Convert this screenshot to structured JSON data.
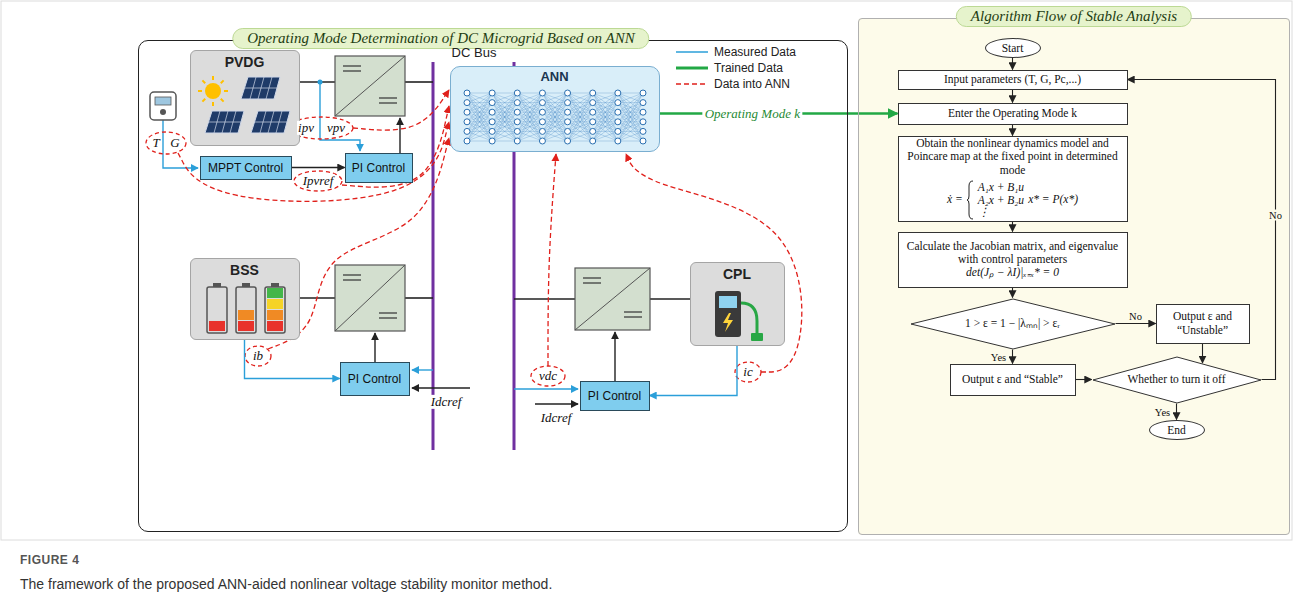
{
  "diagram": {
    "caption": "The framework of the proposed ANN-aided nonlinear voltage stability monitor method.",
    "nodes": [
      {
        "text": [
          "Operating Mode Determination of DC Microgrid Based on ANN"
        ]
      },
      {
        "text": [
          "PVDG"
        ],
        "in": 0
      },
      {
        "text": [
          "MPPT Control"
        ],
        "in": 0
      },
      {
        "text": [
          "PI Control"
        ],
        "in": 0
      },
      {
        "text": [
          "ANN"
        ],
        "in": 0
      },
      {
        "text": [
          "BSS"
        ],
        "in": 0
      },
      {
        "text": [
          "PI Control"
        ],
        "in": 0
      },
      {
        "text": [
          "CPL"
        ],
        "in": 0
      },
      {
        "text": [
          "PI Control"
        ],
        "in": 0
      },
      {
        "text": [
          "Algorithm Flow of Stable Analysis"
        ]
      },
      {
        "text": [
          "Start"
        ],
        "in": 9
      },
      {
        "text": [
          "Input parameters (T, G, Pc,...)"
        ],
        "in": 9
      },
      {
        "text": [
          "Enter the Operating Mode k"
        ],
        "in": 9
      },
      {
        "text": [
          "Obtain the nonlinear dynamics model and Poincare map at the fixed point in determined mode",
          "ẋ =",
          "A₁x + B₁u",
          "A₂x + B₂u",
          "⋮",
          "x* = P(x*)"
        ],
        "in": 9
      },
      {
        "text": [
          "Calculate the Jacobian matrix, and eigenvalue with control parameters",
          "det(Jₚ − λI)|ₓ₌ₓ* = 0"
        ],
        "in": 9
      },
      {
        "text": [
          "1 > ε = 1 − |λₘₙ| > εᵣ"
        ],
        "in": 9
      },
      {
        "text": [
          "Output ε and “Unstable”"
        ],
        "in": 9
      },
      {
        "text": [
          "Output ε and “Stable”"
        ],
        "in": 9
      },
      {
        "text": [
          "Whether to turn it off"
        ],
        "in": 9
      },
      {
        "text": [
          "End"
        ],
        "in": 9
      }
    ],
    "edges": [
      {
        "from": 2,
        "to": 3,
        "arrow": "to",
        "label": "Ipvref"
      },
      {
        "from": 5,
        "to": 6,
        "arrow": "to"
      },
      {
        "from": 7,
        "to": 8,
        "arrow": "to"
      },
      {
        "from": 4,
        "to": 12,
        "arrow": "to",
        "label": "Operating Mode k"
      },
      {
        "from": 10,
        "to": 11,
        "arrow": "to"
      },
      {
        "from": 11,
        "to": 12,
        "arrow": "to"
      },
      {
        "from": 12,
        "to": 13,
        "arrow": "to"
      },
      {
        "from": 13,
        "to": 14,
        "arrow": "to"
      },
      {
        "from": 14,
        "to": 15,
        "arrow": "to"
      },
      {
        "from": 15,
        "to": 16,
        "arrow": "to",
        "label": "No"
      },
      {
        "from": 15,
        "to": 17,
        "arrow": "to",
        "label": "Yes"
      },
      {
        "from": 16,
        "to": 18,
        "arrow": "to"
      },
      {
        "from": 17,
        "to": 18,
        "arrow": "to"
      },
      {
        "from": 18,
        "to": 19,
        "arrow": "to",
        "label": "Yes"
      },
      {
        "from": 18,
        "to": 11,
        "arrow": "to",
        "label": "No"
      }
    ],
    "labels": [
      "DC Bus",
      "T",
      "G",
      "ipv",
      "vpv",
      "ib",
      "vdc",
      "Idcref",
      "Idcref",
      "ic",
      "FIGURE 4"
    ],
    "legend": [
      {
        "text": "Measured Data"
      },
      {
        "text": "Trained Data"
      },
      {
        "text": "Data into ANN"
      }
    ]
  }
}
